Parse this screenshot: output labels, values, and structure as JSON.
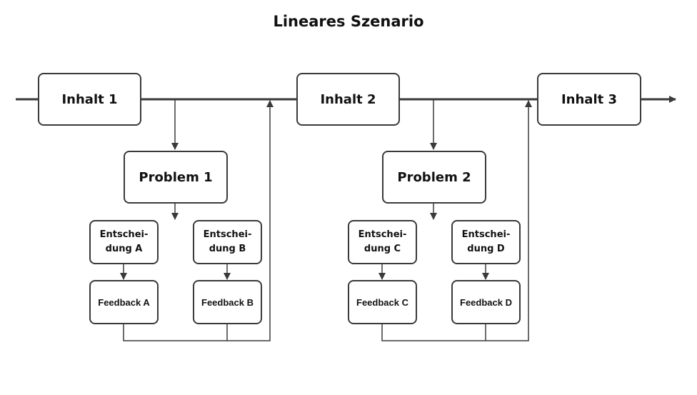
{
  "title": "Lineares Szenario",
  "contents": [
    "Inhalt 1",
    "Inhalt 2",
    "Inhalt 3"
  ],
  "problems": [
    "Problem 1",
    "Problem 2"
  ],
  "decisions": [
    {
      "line1": "Entschei-",
      "line2": "dung A"
    },
    {
      "line1": "Entschei-",
      "line2": "dung B"
    },
    {
      "line1": "Entschei-",
      "line2": "dung C"
    },
    {
      "line1": "Entschei-",
      "line2": "dung D"
    }
  ],
  "feedback": [
    "Feedback A",
    "Feedback B",
    "Feedback C",
    "Feedback D"
  ]
}
